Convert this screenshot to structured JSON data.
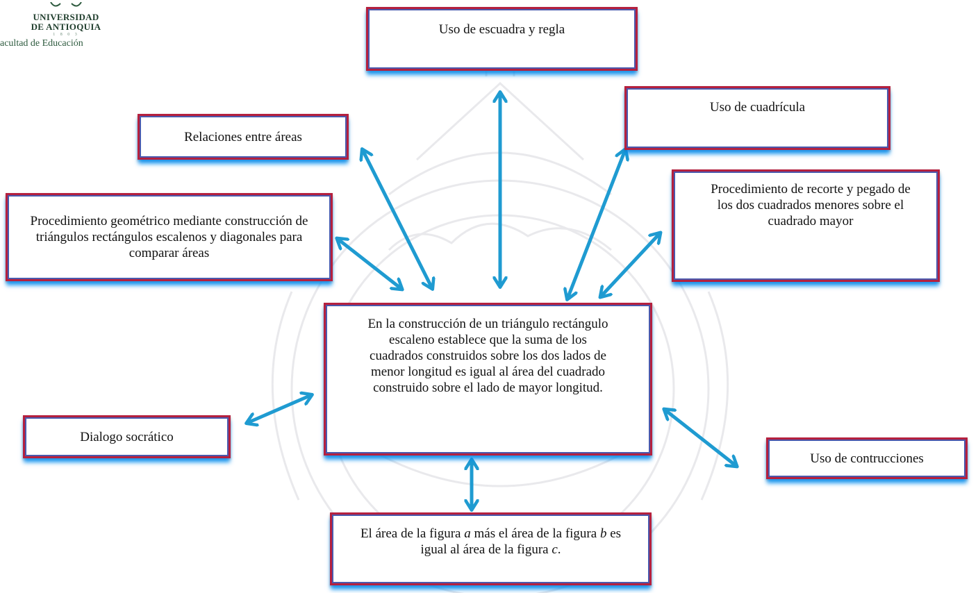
{
  "logo": {
    "line1": "UNIVERSIDAD",
    "line2": "DE ANTIOQUIA",
    "line3": "1 8 0 3",
    "line4": "acultad de Educación"
  },
  "nodes": {
    "escuadra": "Uso de escuadra y regla",
    "cuadricula": "Uso de cuadrícula",
    "relaciones": "Relaciones entre áreas",
    "recorte": "Procedimiento de recorte y pegado de los dos cuadrados menores sobre el cuadrado mayor",
    "geometrico": "Procedimiento geométrico mediante construcción de triángulos rectángulos escalenos y diagonales para comparar áreas",
    "central": "En la construcción de un triángulo rectángulo escaleno establece que la suma de los cuadrados construidos sobre los dos lados de menor longitud es igual al área del cuadrado construido sobre el lado de mayor longitud.",
    "dialogo": "Dialogo socrático",
    "construcciones": "Uso de contrucciones",
    "area": {
      "t1": "El área de la figura ",
      "a": "a",
      "t2": " más el área de la figura ",
      "b": "b",
      "t3": " es igual al área de la figura ",
      "c": "c",
      "t4": "."
    }
  },
  "colors": {
    "arrow": "#1f9bd1",
    "border": "#b5203e",
    "inner_border": "#4a59ad",
    "glow": "#0a8cf0"
  }
}
